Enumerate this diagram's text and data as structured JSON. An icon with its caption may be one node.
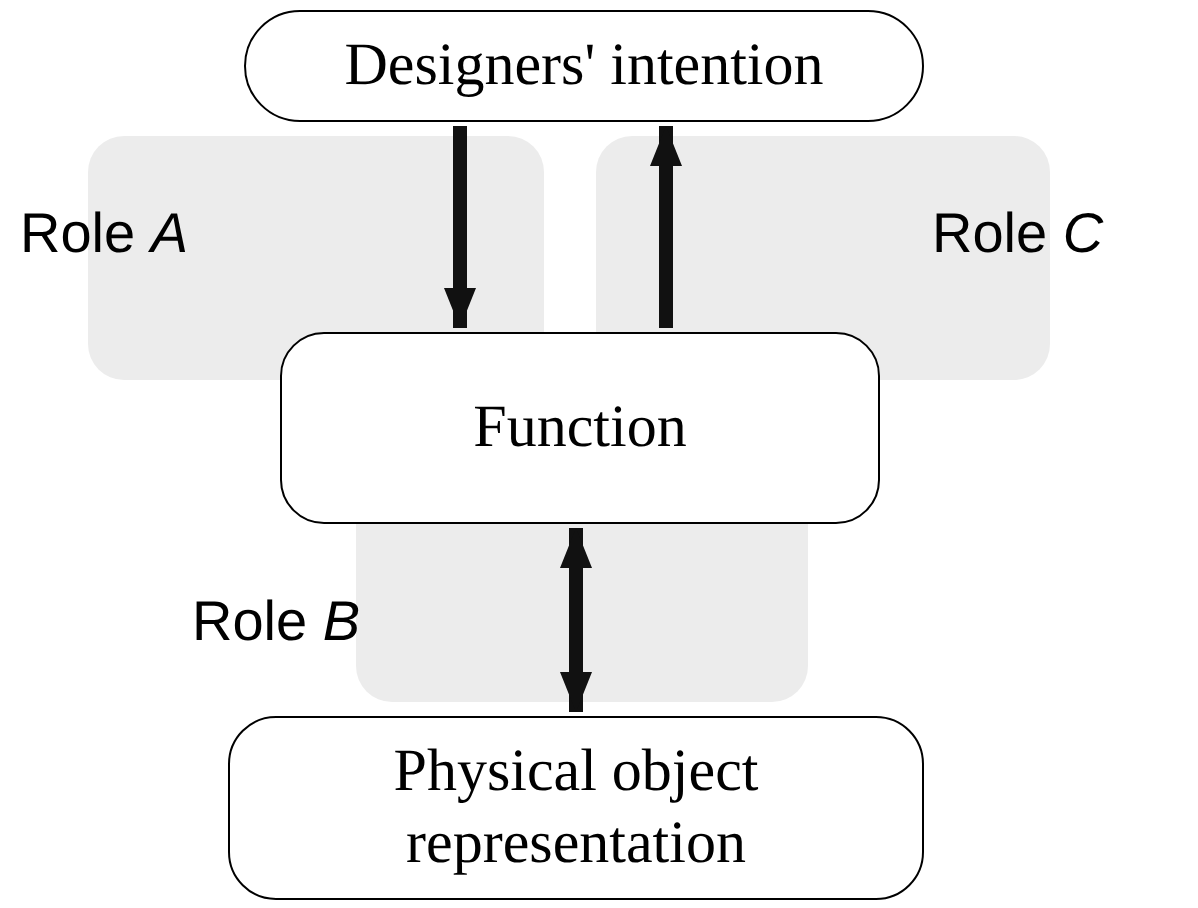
{
  "diagram": {
    "nodes": [
      {
        "text": [
          "Designers' intention"
        ]
      },
      {
        "text": [
          "Function"
        ]
      },
      {
        "text": [
          "Physical object representation"
        ]
      }
    ],
    "edges": [
      {
        "from": 0,
        "to": 1,
        "arrow": "to"
      },
      {
        "from": 1,
        "to": 0,
        "arrow": "to"
      },
      {
        "from": 1,
        "to": 2,
        "arrow": "both"
      }
    ],
    "labels": [
      "Role *A*",
      "Role *C*",
      "Role *B*"
    ]
  }
}
